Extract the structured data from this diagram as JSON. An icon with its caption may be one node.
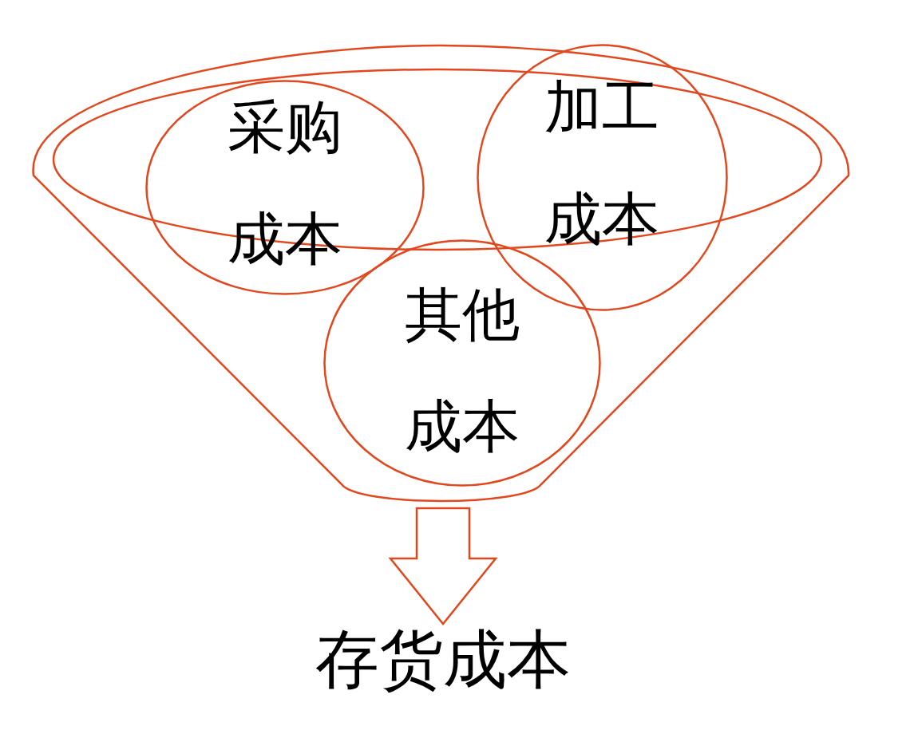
{
  "diagram": {
    "nodes": [
      {
        "text": [],
        "shape": "funnel"
      },
      {
        "text": [
          "采购成本"
        ],
        "in": 0
      },
      {
        "text": [
          "加工成本"
        ],
        "in": 0
      },
      {
        "text": [
          "其他成本"
        ],
        "in": 0
      },
      {
        "text": [
          "存货成本"
        ]
      }
    ],
    "edges": [
      {
        "from": 0,
        "to": 4,
        "arrow": "to"
      }
    ]
  }
}
